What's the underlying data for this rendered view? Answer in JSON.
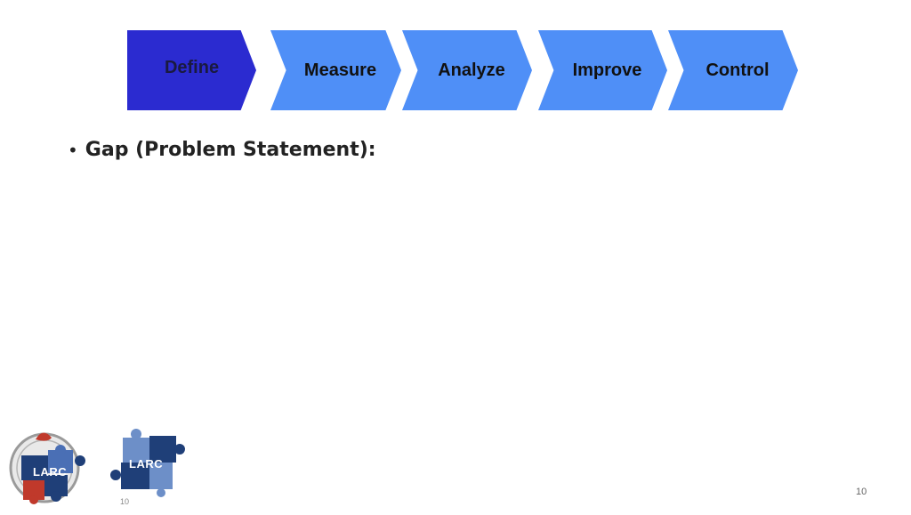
{
  "process": {
    "steps": [
      {
        "label": "Define"
      },
      {
        "label": "Measure"
      },
      {
        "label": "Analyze"
      },
      {
        "label": "Improve"
      },
      {
        "label": "Control"
      }
    ],
    "active_color": "#2b2bd0",
    "inactive_color": "#4f8ff7"
  },
  "body": {
    "bullet": "Gap (Problem Statement):"
  },
  "logos": [
    {
      "text": "LARC"
    },
    {
      "text": "LARC"
    }
  ],
  "footer": {
    "small_number": "10",
    "page_number": "10"
  }
}
